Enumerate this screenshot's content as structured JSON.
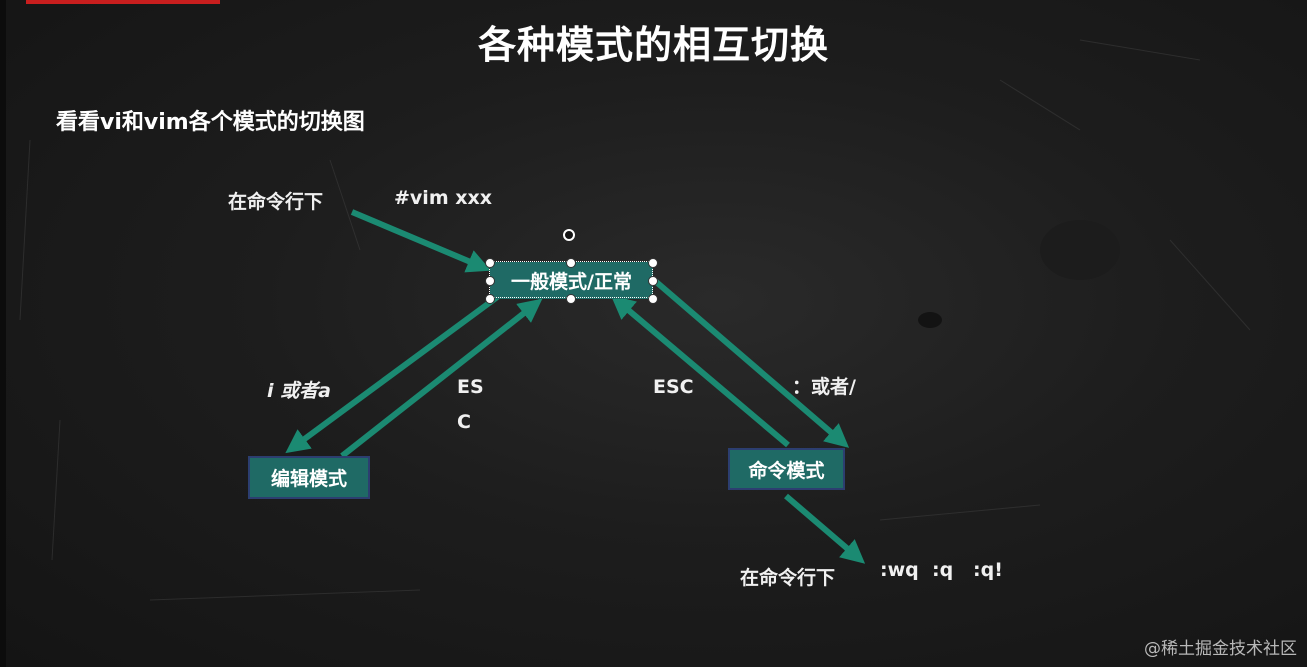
{
  "slide": {
    "title": "各种模式的相互切换",
    "subtitle": "看看vi和vim各个模式的切换图",
    "watermark": "@稀土掘金技术社区"
  },
  "diagram": {
    "start_label": "在命令行下",
    "start_command": "#vim  xxx",
    "normal_mode": "一般模式/正常",
    "edit_mode": "编辑模式",
    "command_mode": "命令模式",
    "to_edit_label": "i 或者a",
    "edit_to_normal_label_line1": "ES",
    "edit_to_normal_label_line2": "C",
    "cmd_to_normal_label": "ESC",
    "normal_to_cmd_label": "：或者/",
    "exit_label": "在命令行下",
    "exit_commands": ":wq  :q   :q!"
  },
  "colors": {
    "arrow": "#1b8a72",
    "box_fill": "#1f6a65",
    "box_border": "#2c3e70",
    "title_bar_accent": "#c81e1e"
  }
}
